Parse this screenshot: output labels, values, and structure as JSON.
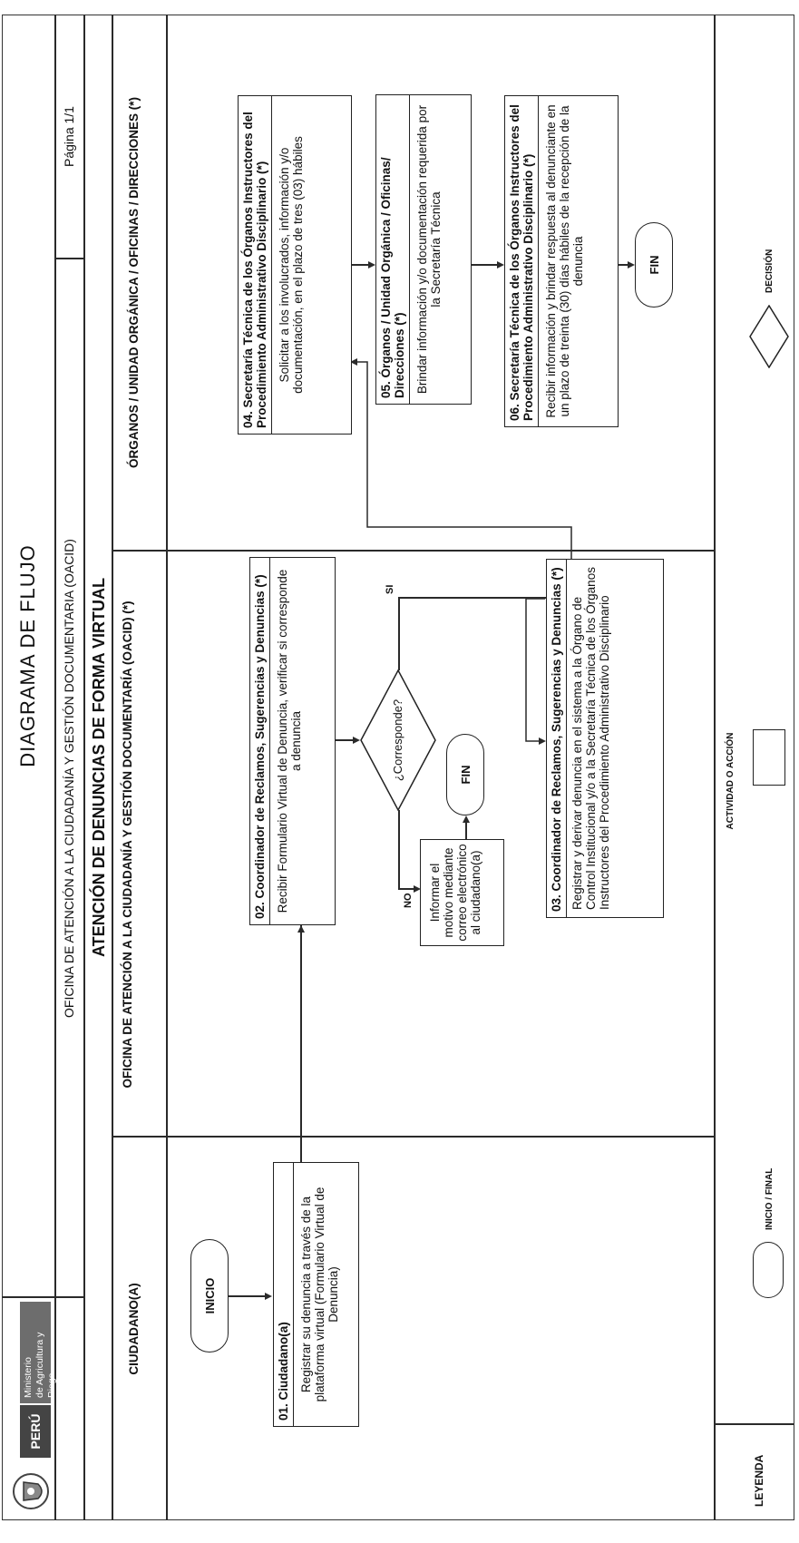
{
  "header": {
    "peru_label": "PERÚ",
    "ministry_line1": "Ministerio",
    "ministry_line2": "de Agricultura y Riego",
    "title": "DIAGRAMA DE FLUJO",
    "office": "OFICINA DE ATENCIÓN A LA CIUDADANÍA Y GESTIÓN DOCUMENTARIA (OACID)",
    "page": "Página 1/1",
    "process_title": "ATENCIÓN DE DENUNCIAS DE FORMA VIRTUAL"
  },
  "lanes": [
    {
      "title": "CIUDADANO(A)"
    },
    {
      "title": "OFICINA DE ATENCIÓN A LA CIUDADANÍA Y GESTIÓN DOCUMENTARÍA (OACID) (*)"
    },
    {
      "title": "ÓRGANOS / UNIDAD ORGÁNICA / OFICINAS / DIRECCIONES (*)"
    }
  ],
  "nodes": {
    "inicio": "INICIO",
    "step01": {
      "head": "01. Ciudadano(a)",
      "body": "Registrar su denuncia a través de la plataforma virtual (Formulario Virtual de Denuncia)"
    },
    "step02": {
      "head": "02. Coordinador de Reclamos, Sugerencias y Denuncias (*)",
      "body": "Recibir Formulario Virtual de Denuncia, verificar si corresponde a denuncia"
    },
    "decision": "¿Corresponde?",
    "decision_no": "NO",
    "decision_yes": "SI",
    "inform": "Informar el motivo mediante correo electrónico al ciudadano(a)",
    "fin_left": "FIN",
    "step03": {
      "head": "03. Coordinador de Reclamos, Sugerencias y Denuncias (*)",
      "body": "Registrar y derivar denuncia en el sistema a la Órgano de Control Institucional y/o a la Secretaría Técnica de los Órganos Instructores del Procedimiento Administrativo Disciplinario"
    },
    "step04": {
      "head": "04. Secretaría Técnica de los Órganos Instructores del Procedimiento Administrativo Disciplinario (*)",
      "body": "Solicitar a los involucrados, información y/o documentación, en el plazo de tres (03) hábiles"
    },
    "step05": {
      "head": "05. Órganos / Unidad Orgánica / Oficinas/ Direcciones (*)",
      "body": "Brindar información y/o documentación requerida por la Secretaría Técnica"
    },
    "step06": {
      "head": "06. Secretaría Técnica de los Órganos Instructores del Procedimiento Administrativo Disciplinario (*)",
      "body": "Recibir información y brindar respuesta al denunciante en un plazo de treinta (30) días hábiles de la recepción de la denuncia"
    },
    "fin_right": "FIN"
  },
  "legend": {
    "title": "LEYENDA",
    "start_end": "INICIO / FINAL",
    "activity": "ACTIVIDAD O ACCIÓN",
    "decision": "DECISIÓN"
  }
}
